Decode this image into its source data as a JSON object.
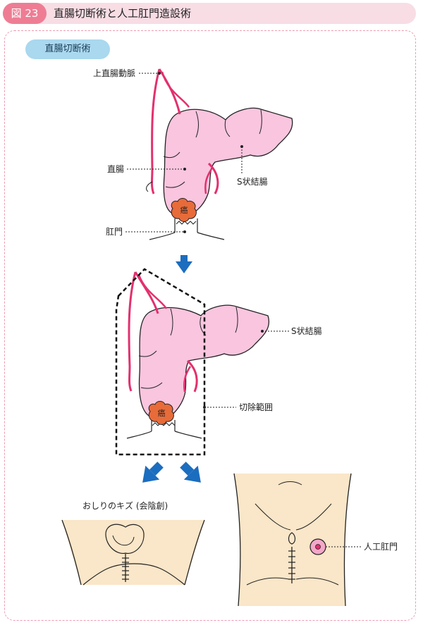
{
  "header": {
    "figure_number": "図 23",
    "title": "直腸切断術と人工肛門造設術"
  },
  "section_label": "直腸切断術",
  "labels": {
    "superior_rectal_artery": "上直腸動脈",
    "rectum": "直腸",
    "sigmoid_colon": "S状結腸",
    "anus": "肛門",
    "cancer": "癌",
    "sigmoid_colon_2": "S状結腸",
    "cancer_2": "癌",
    "resection_range": "切除範囲",
    "buttock_wound": "おしりのキズ (会陰創)",
    "stoma": "人工肛門"
  },
  "colors": {
    "header_bg": "#f8dde5",
    "badge": "#ee7d94",
    "section_badge": "#a9d8ef",
    "intestine": "#f9c5df",
    "artery": "#e3306f",
    "cancer": "#e86b3a",
    "arrow": "#1b6dbf",
    "skin": "#fae6c8"
  },
  "icons": {
    "down_arrow": "arrow-down-icon",
    "diagonal_arrows": "arrow-diagonal-icon"
  }
}
